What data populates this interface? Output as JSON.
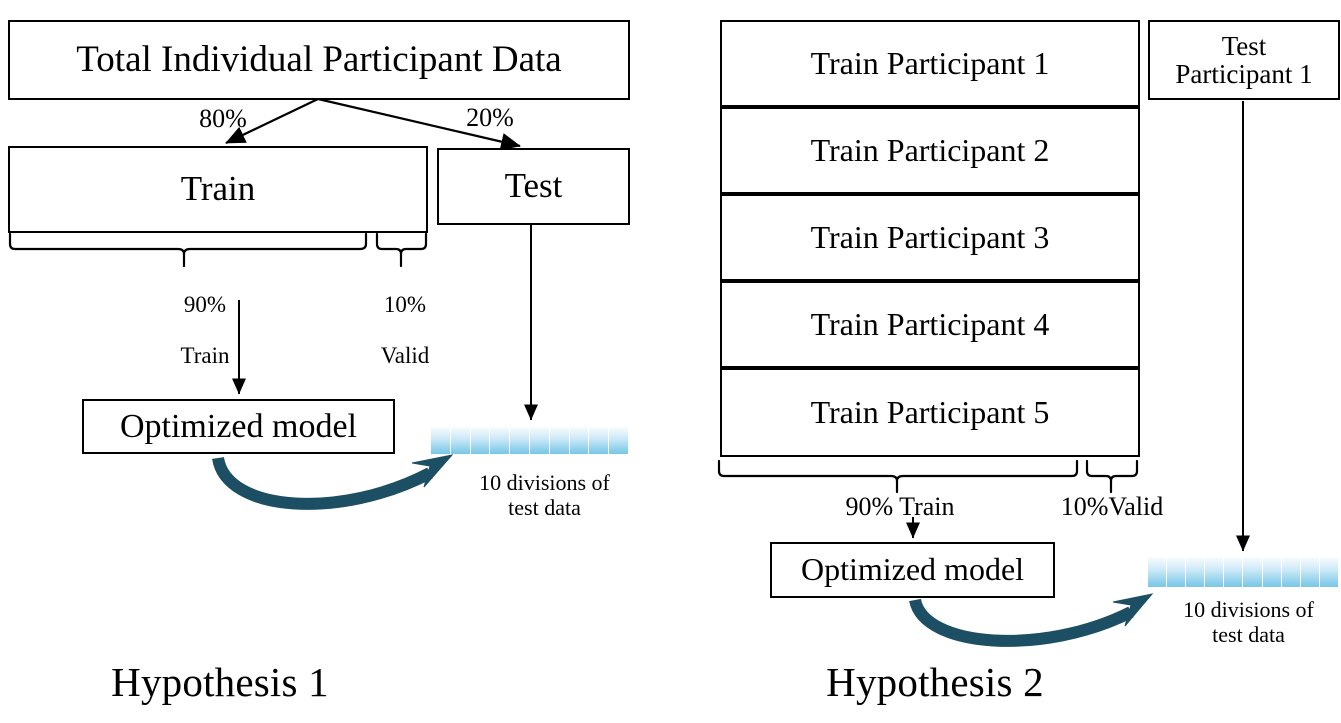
{
  "diagram": {
    "title_left": "Hypothesis 1",
    "title_right": "Hypothesis 2",
    "accent_blue": "#79c6e8",
    "arrow_teal": "#1d4f64",
    "line_color": "#000000"
  },
  "left_panel": {
    "total_box": "Total Individual Participant Data",
    "split_left_pct": "80%",
    "split_right_pct": "20%",
    "train_box": "Train",
    "test_box": "Test",
    "brace_train_pct": "90%",
    "brace_train_word": "Train",
    "brace_valid_pct": "10%",
    "brace_valid_word": "Valid",
    "model_box": "Optimized model",
    "divisions_caption": "10 divisions of\ntest data",
    "divisions_count": 10
  },
  "right_panel": {
    "train_participants": [
      "Train Participant 1",
      "Train Participant 2",
      "Train Participant 3",
      "Train Participant 4",
      "Train Participant 5"
    ],
    "test_participant": "Test\nParticipant 1",
    "brace_train_label": "90%  Train",
    "brace_valid_label": "10%Valid",
    "model_box": "Optimized model",
    "divisions_caption": "10 divisions of\ntest data",
    "divisions_count": 10
  }
}
